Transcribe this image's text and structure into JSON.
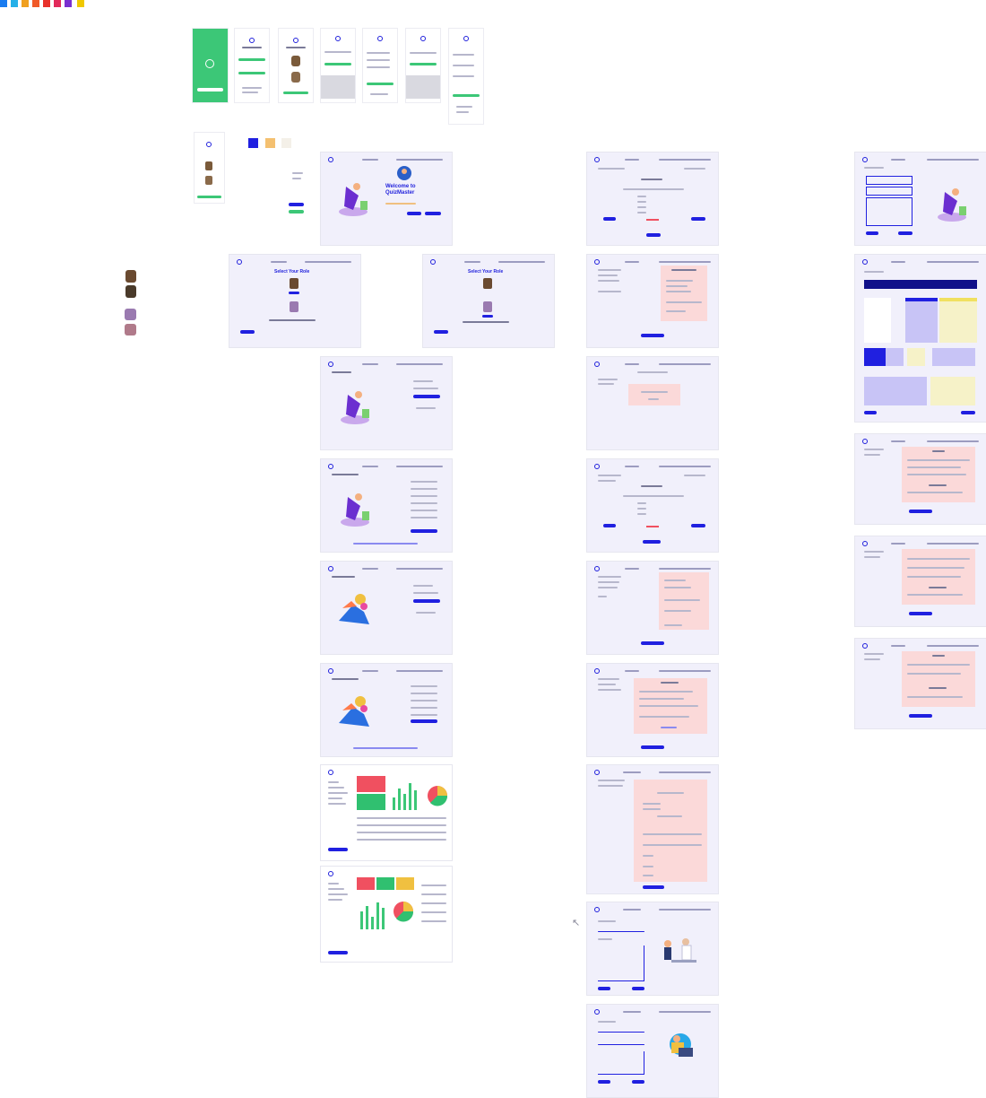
{
  "canvas": {
    "palette_swatches": [
      "#1a7cf0",
      "#26b0e8",
      "#f0a020",
      "#f05a28",
      "#e8322c",
      "#e22a5a",
      "#7a2fd0",
      "#f0c800"
    ],
    "brand_colors": {
      "primary_blue": "#2020e0",
      "green": "#3cc777",
      "pink_panel": "#fbd9d9",
      "frame_bg": "#f1f0fb"
    },
    "style_swatches": [
      "#2020e0",
      "#f4c070",
      "#f4f0e8"
    ]
  },
  "screens": {
    "welcome": {
      "title": "Welcome to QuizMaster"
    },
    "select_role_a": {
      "title": "Select Your Role"
    },
    "select_role_b": {
      "title": "Select Your Role"
    }
  },
  "cursor": {
    "symbol": "↖"
  }
}
